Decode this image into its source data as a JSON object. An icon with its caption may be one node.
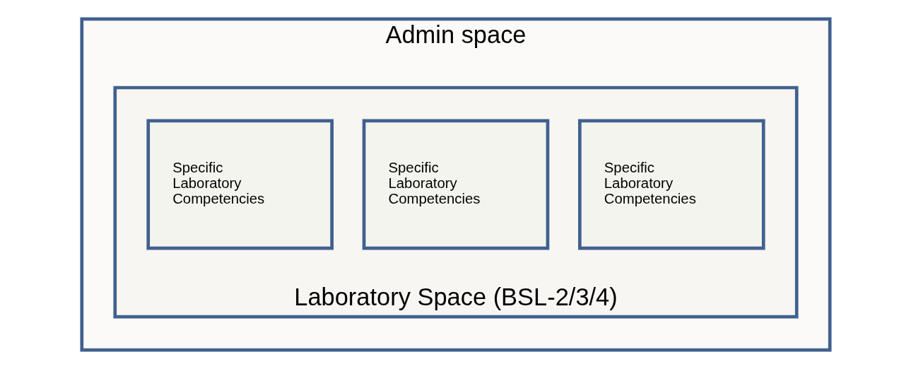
{
  "diagram": {
    "nodes": [
      {
        "text": [
          "Admin space"
        ]
      },
      {
        "text": [
          "Laboratory Space (BSL-2/3/4)"
        ],
        "in": 0
      },
      {
        "text": [
          "Specific Laboratory Competencies"
        ],
        "in": 1
      },
      {
        "text": [
          "Specific Laboratory Competencies"
        ],
        "in": 1
      },
      {
        "text": [
          "Specific Laboratory Competencies"
        ],
        "in": 1
      }
    ]
  }
}
